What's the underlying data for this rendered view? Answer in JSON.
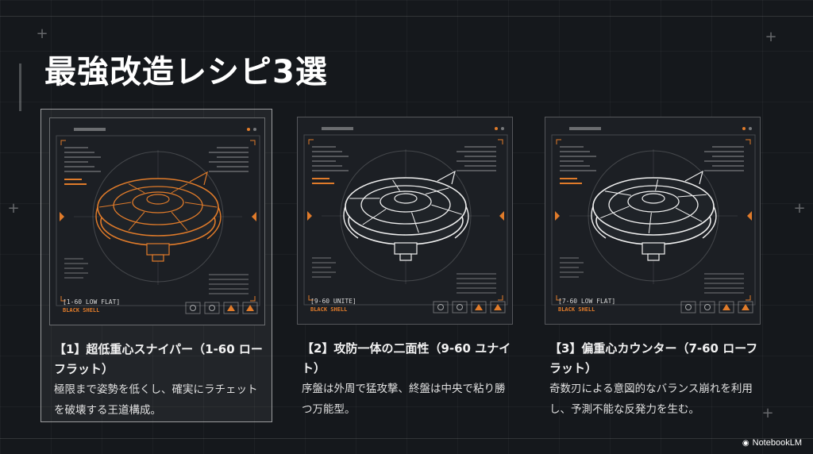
{
  "title": "最強改造レシピ3選",
  "colors": {
    "accent": "#e07b2a",
    "line_white": "#f0f0f0",
    "bg": "#15181c"
  },
  "cards": [
    {
      "spec": "[1-60 LOW FLAT]",
      "shell": "BLACK SHELL",
      "title": "【1】超低重心スナイパー（1-60 ローフラット）",
      "desc": "極限まで姿勢を低くし、確実にラチェットを破壊する王道構成。",
      "highlighted": true,
      "stroke": "#e07b2a"
    },
    {
      "spec": "[9-60 UNITE]",
      "shell": "BLACK SHELL",
      "title": "【2】攻防一体の二面性（9-60 ユナイト）",
      "desc": "序盤は外周で猛攻撃、終盤は中央で粘り勝つ万能型。",
      "highlighted": false,
      "stroke": "#f0f0f0"
    },
    {
      "spec": "[7-60 LOW FLAT]",
      "shell": "BLACK SHELL",
      "title": "【3】偏重心カウンター（7-60 ローフラット）",
      "desc": "奇数刃による意図的なバランス崩れを利用し、予測不能な反発力を生む。",
      "highlighted": false,
      "stroke": "#f0f0f0"
    }
  ],
  "brand": {
    "icon": "notebook-icon",
    "label": "NotebookLM"
  }
}
